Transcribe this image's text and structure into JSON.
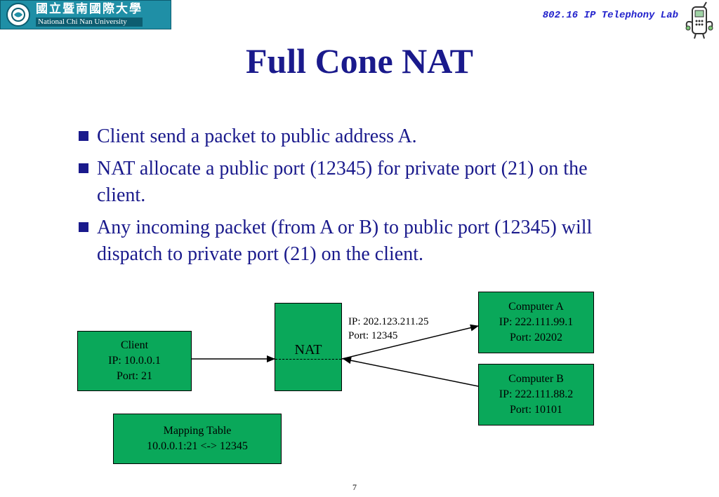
{
  "header": {
    "logo_cn": "國立暨南國際大學",
    "logo_en": "National Chi Nan University",
    "lab_title": "802.16 IP Telephony Lab"
  },
  "slide": {
    "title": "Full Cone NAT",
    "bullets": [
      "Client send a packet to public address A.",
      "NAT allocate a public port (12345) for private port (21) on the client.",
      "Any incoming packet (from A or B) to public port (12345) will dispatch to private port (21) on the client."
    ],
    "page_number": "7"
  },
  "diagram": {
    "client": {
      "name": "Client",
      "ip": "IP: 10.0.0.1",
      "port": "Port: 21"
    },
    "nat": {
      "name": "NAT",
      "public_ip": "IP: 202.123.211.25",
      "public_port": "Port: 12345"
    },
    "computer_a": {
      "name": "Computer A",
      "ip": "IP: 222.111.99.1",
      "port": "Port: 20202"
    },
    "computer_b": {
      "name": "Computer B",
      "ip": "IP: 222.111.88.2",
      "port": "Port: 10101"
    },
    "mapping": {
      "title": "Mapping Table",
      "entry": "10.0.0.1:21 <-> 12345"
    }
  },
  "colors": {
    "title": "#1a1a8c",
    "box_fill": "#0aa85a",
    "lab_title": "#2222cc",
    "logo_bg": "#1f8fa6"
  }
}
